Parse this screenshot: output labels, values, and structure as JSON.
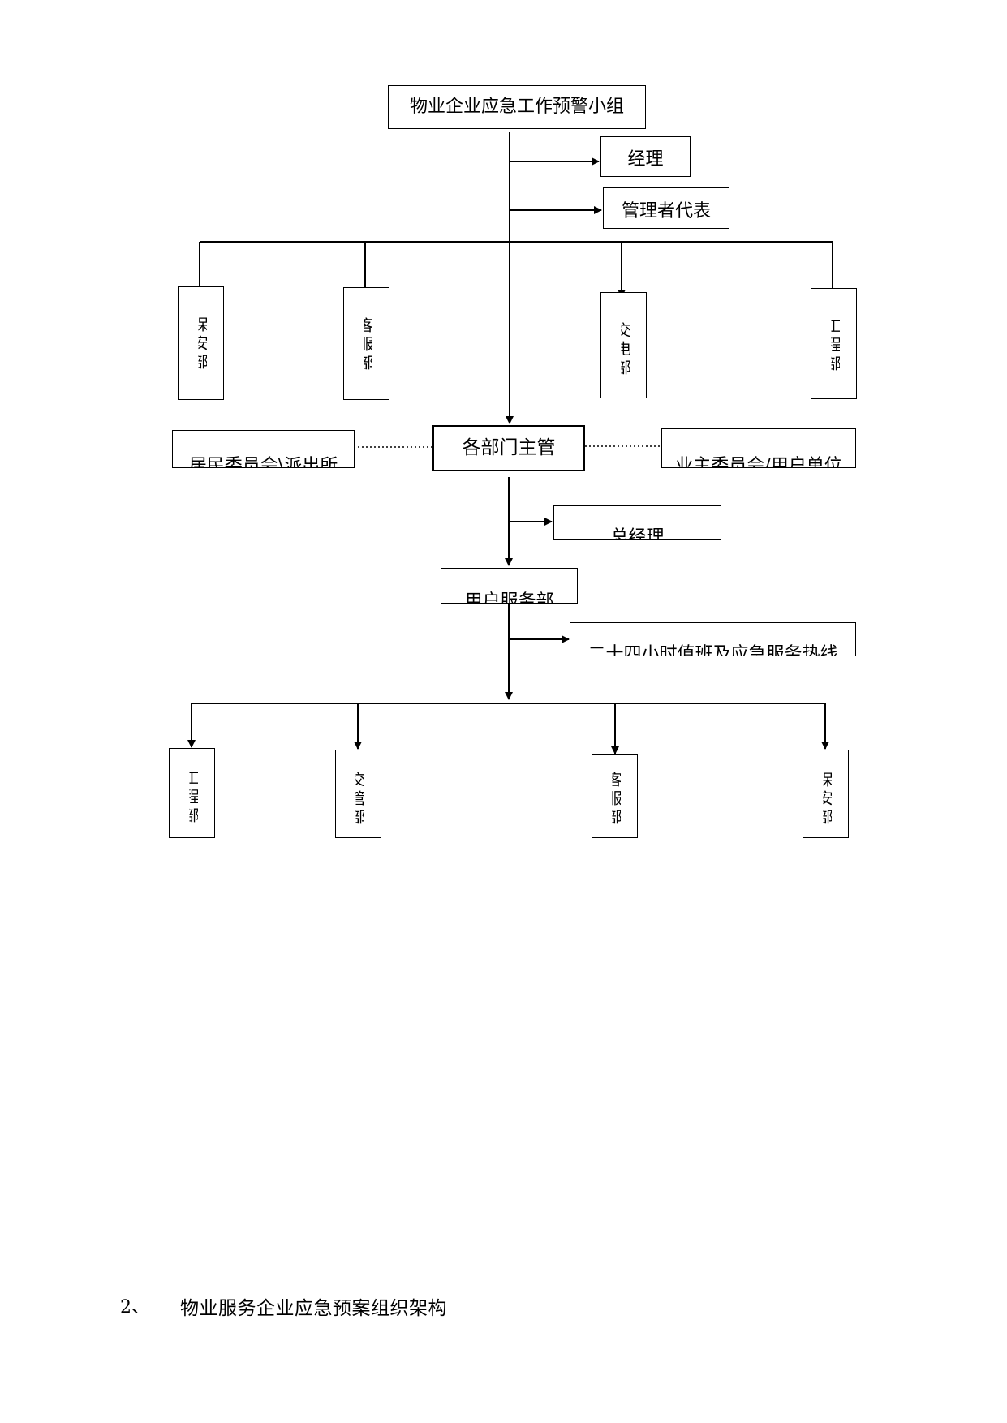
{
  "top": {
    "title": "物业企业应急工作预警小组",
    "manager": "经理",
    "mgmt_rep": "管理者代表"
  },
  "row1": [
    "保安部",
    "客服部",
    "交电部",
    "工程部"
  ],
  "middle": {
    "center": "各部门主管",
    "left": "居民委员会\\派出所",
    "right": "业主委员会/用户单位"
  },
  "lower": {
    "gm": "总经理",
    "service": "用户服务部",
    "hotline": "二十四小时值班及应急服务热线"
  },
  "row2": [
    "工程部",
    "交管部",
    "客服部",
    "保安部"
  ],
  "footer": {
    "num": "2、",
    "title": "物业服务企业应急预案组织架构"
  }
}
